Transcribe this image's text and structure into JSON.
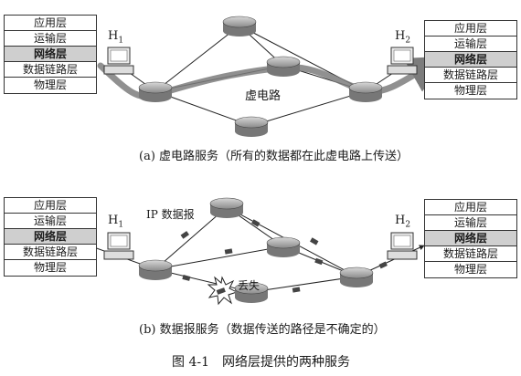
{
  "layers": [
    "应用层",
    "运输层",
    "网络层",
    "数据链路层",
    "物理层"
  ],
  "highlight_layer_index": 2,
  "hosts": {
    "h1": "H",
    "h1_sub": "1",
    "h2": "H",
    "h2_sub": "2"
  },
  "part_a": {
    "virtual_circuit_label": "虚电路",
    "caption": "(a) 虚电路服务（所有的数据都在此虚电路上传送）"
  },
  "part_b": {
    "ip_datagram_label": "IP 数据报",
    "lost_label": "丢失",
    "caption": "(b) 数据报服务（数据传送的路径是不确定的）"
  },
  "figure_caption": "图 4-1　网络层提供的两种服务",
  "colors": {
    "router": "#8f8f8f",
    "virtual_circuit": "#7d7d7d",
    "packet": "#444444",
    "highlight": "#cfcfcf"
  },
  "icons": {
    "router": "router-icon",
    "host": "computer-icon",
    "loss": "burst-icon"
  }
}
